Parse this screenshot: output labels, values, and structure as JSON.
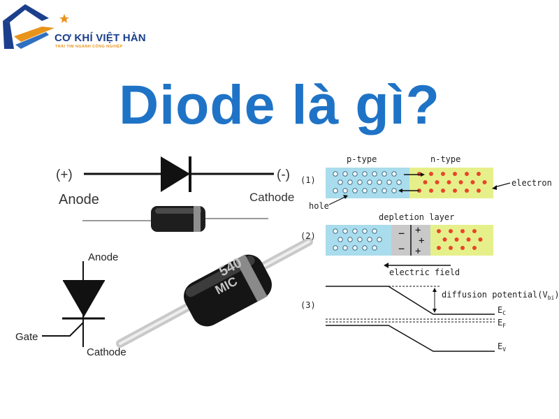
{
  "brand": {
    "name": "CƠ KHÍ VIỆT HÀN",
    "tagline": "TRÁI TIM NGÀNH CÔNG NGHIỆP"
  },
  "title": "Diode là gì?",
  "symbol": {
    "plus_label": "(+)",
    "minus_label": "(-)",
    "anode_label": "Anode",
    "cathode_label": "Cathode"
  },
  "vertical_symbol": {
    "anode_label": "Anode",
    "gate_label": "Gate",
    "cathode_label": "Cathode"
  },
  "component_marking": {
    "line1": "540",
    "line2": "MIC"
  },
  "junction": {
    "step1_label": "(1)",
    "step2_label": "(2)",
    "step3_label": "(3)",
    "p_type_label": "p-type",
    "n_type_label": "n-type",
    "electron_label": "electron",
    "hole_label": "hole",
    "depletion_label": "depletion layer",
    "minus_sign": "−",
    "plus_sign": "+",
    "field_label": "electric field",
    "diffusion_label": "diffusion potential",
    "vbi_label": "(V",
    "vbi_sub": "bi",
    "vbi_close": ")",
    "ec_label": "E",
    "ec_sub": "C",
    "ef_label": "E",
    "ef_sub": "F",
    "ev_label": "E",
    "ev_sub": "V"
  },
  "colors": {
    "title_blue": "#1f73c6",
    "brand_blue": "#1b3f8c",
    "brand_orange": "#e8931a",
    "p_region": "#a9dcec",
    "n_region": "#e6f08a",
    "depletion": "#c9c9c9",
    "electron_dot": "#e8452a"
  }
}
